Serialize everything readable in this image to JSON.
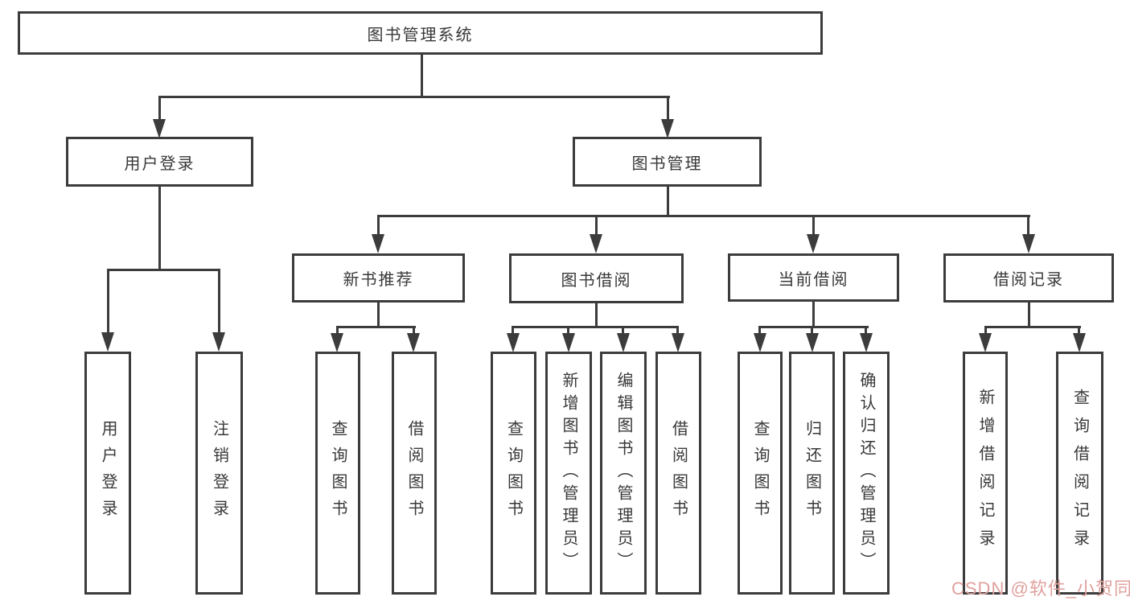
{
  "tree": {
    "root": "图书管理系统",
    "user_branch": {
      "label": "用户登录",
      "children": [
        "用户登录",
        "注销登录"
      ]
    },
    "manage_branch": {
      "label": "图书管理",
      "groups": [
        {
          "label": "新书推荐",
          "children": [
            "查询图书",
            "借阅图书"
          ]
        },
        {
          "label": "图书借阅",
          "children": [
            "查询图书",
            "新增图书（管理员）",
            "编辑图书（管理员）",
            "借阅图书"
          ]
        },
        {
          "label": "当前借阅",
          "children": [
            "查询图书",
            "归还图书",
            "确认归还（管理员）"
          ]
        },
        {
          "label": "借阅记录",
          "children": [
            "新增借阅记录",
            "查询借阅记录"
          ]
        }
      ]
    }
  },
  "watermark": {
    "text": "CSDN @软件_小贺同学",
    "color": "#dfa19d"
  },
  "colors": {
    "line": "#3c3c3c",
    "text": "#383838",
    "background": "#ffffff"
  }
}
